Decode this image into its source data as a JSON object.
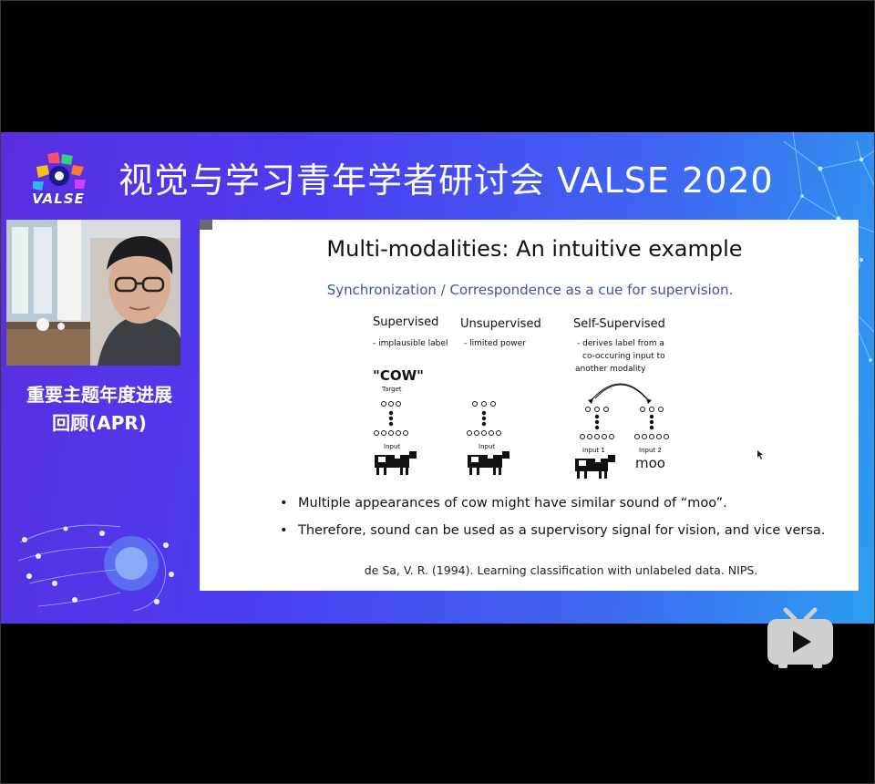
{
  "banner": {
    "title": "视觉与学习青年学者研讨会 VALSE 2020",
    "logo_text": "VALSE"
  },
  "session": {
    "line1": "重要主题年度进展",
    "line2": "回顾(APR)"
  },
  "slide": {
    "tag": "",
    "title": "Multi-modalities: An intuitive example",
    "subtitle": "Synchronization / Correspondence as  a cue for supervision.",
    "figure": {
      "supervised_title": "Supervised",
      "supervised_note": "- implausible label",
      "unsupervised_title": "Unsupervised",
      "unsupervised_note": "- limited power",
      "selfsup_title": "Self-Supervised",
      "selfsup_note1": "- derives label from a",
      "selfsup_note2": "co-occuring input to",
      "selfsup_note3": "another modality",
      "cow_label": "\"COW\"",
      "target_label": "Target",
      "input_label": "Input",
      "input1_label": "Input  1",
      "input2_label": "Input  2",
      "moo_label": "moo"
    },
    "bullets": [
      "Multiple appearances of cow might have similar sound of “moo”.",
      "Therefore, sound can be used as a supervisory signal for vision, and vice versa."
    ],
    "citation": "de Sa, V. R. (1994). Learning classification with unlabeled data. NIPS."
  },
  "icons": {
    "logo": "valse-logo-icon",
    "player": "bilibili-tv-icon",
    "cursor": "mouse-cursor-icon"
  },
  "colors": {
    "stage_left": "#5a2ee0",
    "stage_right": "#2c9ef0",
    "subtitle": "#3d52a8"
  }
}
